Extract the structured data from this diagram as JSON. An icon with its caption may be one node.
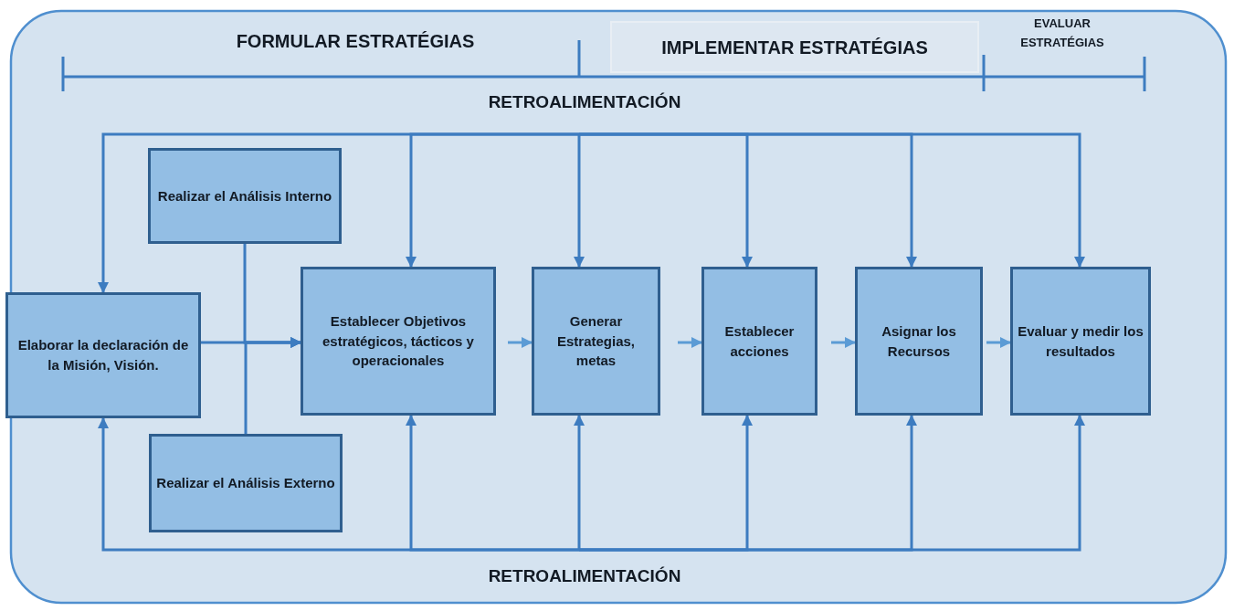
{
  "diagram": {
    "nodes": [
      {
        "text": [
          "Elaborar la declaración de la Misión, Visión."
        ]
      },
      {
        "text": [
          "Realizar el Análisis Interno"
        ]
      },
      {
        "text": [
          "Realizar el Análisis Externo"
        ]
      },
      {
        "text": [
          "Establecer Objetivos estratégicos, tácticos y operacionales"
        ]
      },
      {
        "text": [
          "Generar Estrategias, metas"
        ]
      },
      {
        "text": [
          "Establecer acciones"
        ]
      },
      {
        "text": [
          "Asignar los Recursos"
        ]
      },
      {
        "text": [
          "Evaluar y medir los resultados"
        ]
      }
    ],
    "edges": [
      {
        "from": 0,
        "to": 3,
        "arrow": "to"
      },
      {
        "from": 1,
        "to": 3,
        "arrow": "to"
      },
      {
        "from": 2,
        "to": 3,
        "arrow": "to"
      },
      {
        "from": 3,
        "to": 4,
        "arrow": "to",
        "color": "#5b9bd5"
      },
      {
        "from": 4,
        "to": 5,
        "arrow": "to",
        "color": "#5b9bd5"
      },
      {
        "from": 5,
        "to": 6,
        "arrow": "to",
        "color": "#5b9bd5"
      },
      {
        "from": 6,
        "to": 7,
        "arrow": "to",
        "color": "#5b9bd5"
      },
      {
        "from": null,
        "to": 0,
        "arrow": "to"
      },
      {
        "from": null,
        "to": 3,
        "arrow": "to"
      },
      {
        "from": null,
        "to": 4,
        "arrow": "to"
      },
      {
        "from": null,
        "to": 5,
        "arrow": "to"
      },
      {
        "from": null,
        "to": 6,
        "arrow": "to"
      },
      {
        "from": null,
        "to": 7,
        "arrow": "to"
      },
      {
        "from": null,
        "to": 0,
        "arrow": "to"
      },
      {
        "from": null,
        "to": 3,
        "arrow": "to"
      },
      {
        "from": null,
        "to": 4,
        "arrow": "to"
      },
      {
        "from": null,
        "to": 5,
        "arrow": "to"
      },
      {
        "from": null,
        "to": 6,
        "arrow": "to"
      },
      {
        "from": null,
        "to": 7,
        "arrow": "to"
      }
    ],
    "labels": [
      "FORMULAR ESTRATÉGIAS",
      "IMPLEMENTAR ESTRATÉGIAS",
      "EVALUAR ESTRATÉGIAS",
      "RETROALIMENTACIÓN",
      "RETROALIMENTACIÓN"
    ]
  }
}
